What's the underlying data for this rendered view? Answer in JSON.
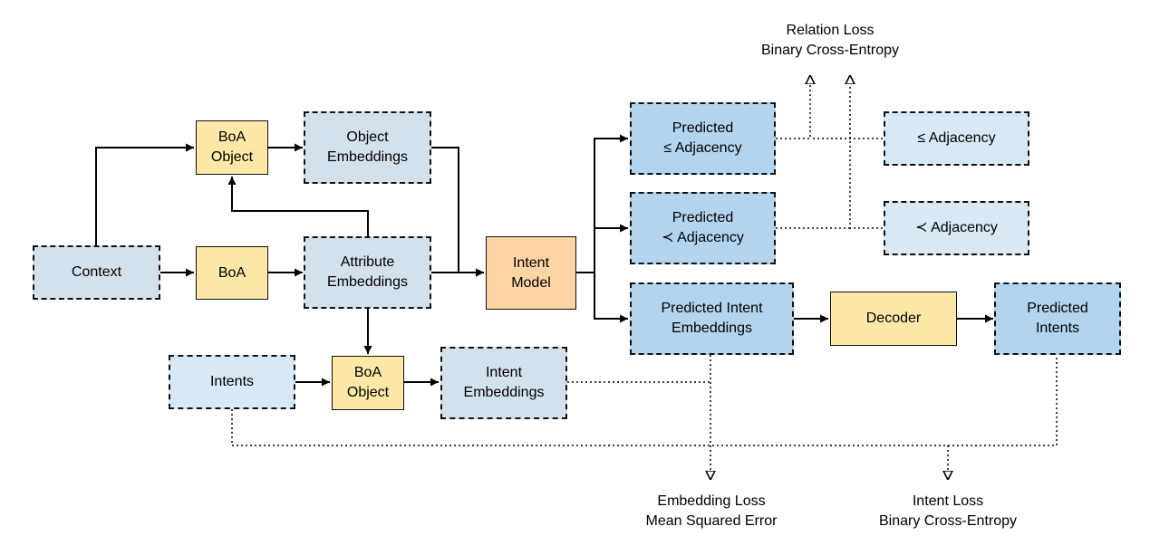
{
  "nodes": {
    "context": [
      "Context"
    ],
    "boa": [
      "BoA"
    ],
    "boa_object_top": [
      "BoA",
      "Object"
    ],
    "object_embeddings": [
      "Object",
      "Embeddings"
    ],
    "attribute_embeddings": [
      "Attribute",
      "Embeddings"
    ],
    "intent_model": [
      "Intent",
      "Model"
    ],
    "predicted_le": [
      "Predicted",
      "≤ Adjacency"
    ],
    "predicted_prec": [
      "Predicted",
      "≺ Adjacency"
    ],
    "predicted_intent_embeddings": [
      "Predicted Intent",
      "Embeddings"
    ],
    "decoder": [
      "Decoder"
    ],
    "predicted_intents": [
      "Predicted",
      "Intents"
    ],
    "le_adjacency": [
      "≤ Adjacency"
    ],
    "prec_adjacency": [
      "≺ Adjacency"
    ],
    "intents": [
      "Intents"
    ],
    "boa_object_bottom": [
      "BoA",
      "Object"
    ],
    "intent_embeddings": [
      "Intent",
      "Embeddings"
    ]
  },
  "losses": {
    "relation": [
      "Relation Loss",
      "Binary Cross-Entropy"
    ],
    "embedding": [
      "Embedding Loss",
      "Mean Squared Error"
    ],
    "intent": [
      "Intent Loss",
      "Binary Cross-Entropy"
    ]
  },
  "colors": {
    "gray_box": "#d3e1ed",
    "light_box": "#d7e8f6",
    "blue_box": "#b3d4ee",
    "yellow_box": "#fce9a8",
    "orange_box": "#fdd5a4"
  }
}
